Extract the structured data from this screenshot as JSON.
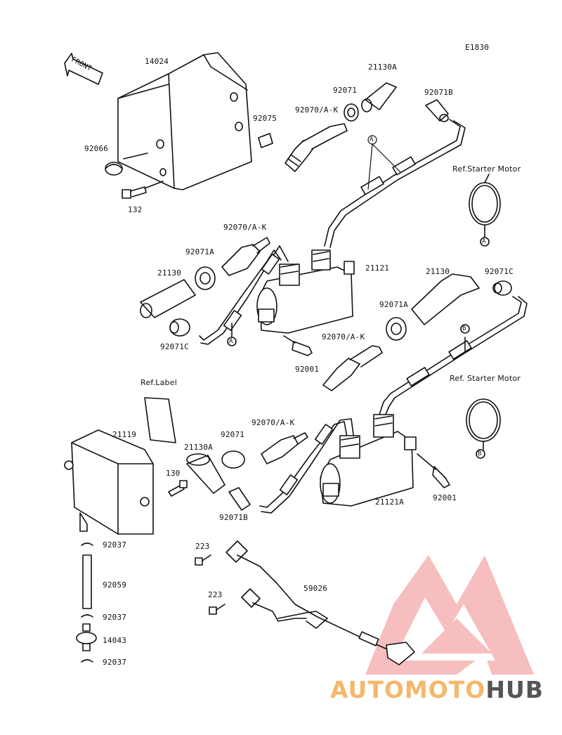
{
  "diagram": {
    "code": "E1830",
    "front_label": "FRONT",
    "labels": {
      "p14024": "14024",
      "p92066": "92066",
      "p132": "132",
      "p92075": "92075",
      "p92070_top": "92070/A-K",
      "p92071_top": "92071",
      "p21130A_top": "21130A",
      "p92071B_top": "92071B",
      "ref_starter_1": "Ref.Starter Motor",
      "p92070_mid": "92070/A-K",
      "p92071A_left": "92071A",
      "p21130_left": "21130",
      "p92071C_left": "92071C",
      "p21121": "21121",
      "p92001_mid": "92001",
      "p21130_right": "21130",
      "p92071C_right": "92071C",
      "p92071A_right": "92071A",
      "p92070_right": "92070/A-K",
      "ref_starter_2": "Ref. Starter Motor",
      "ref_label": "Ref.Label",
      "p21119": "21119",
      "p21130A_low": "21130A",
      "p92071_low": "92071",
      "p92070_low": "92070/A-K",
      "p130": "130",
      "p92071B_low": "92071B",
      "p21121A": "21121A",
      "p92001_low": "92001",
      "p92037_a": "92037",
      "p92059": "92059",
      "p92037_b": "92037",
      "p14043": "14043",
      "p92037_c": "92037",
      "p223_a": "223",
      "p223_b": "223",
      "p59026": "59026",
      "circle_A1": "A",
      "circle_A2": "A",
      "circle_A3": "A",
      "circle_B1": "B",
      "circle_B2": "B"
    }
  },
  "watermark": {
    "part1": "AUTOMOTO",
    "part2": "HUB",
    "color_logo": "#f08a8a",
    "color_text1": "#f4b86c",
    "color_text2": "#555555"
  }
}
